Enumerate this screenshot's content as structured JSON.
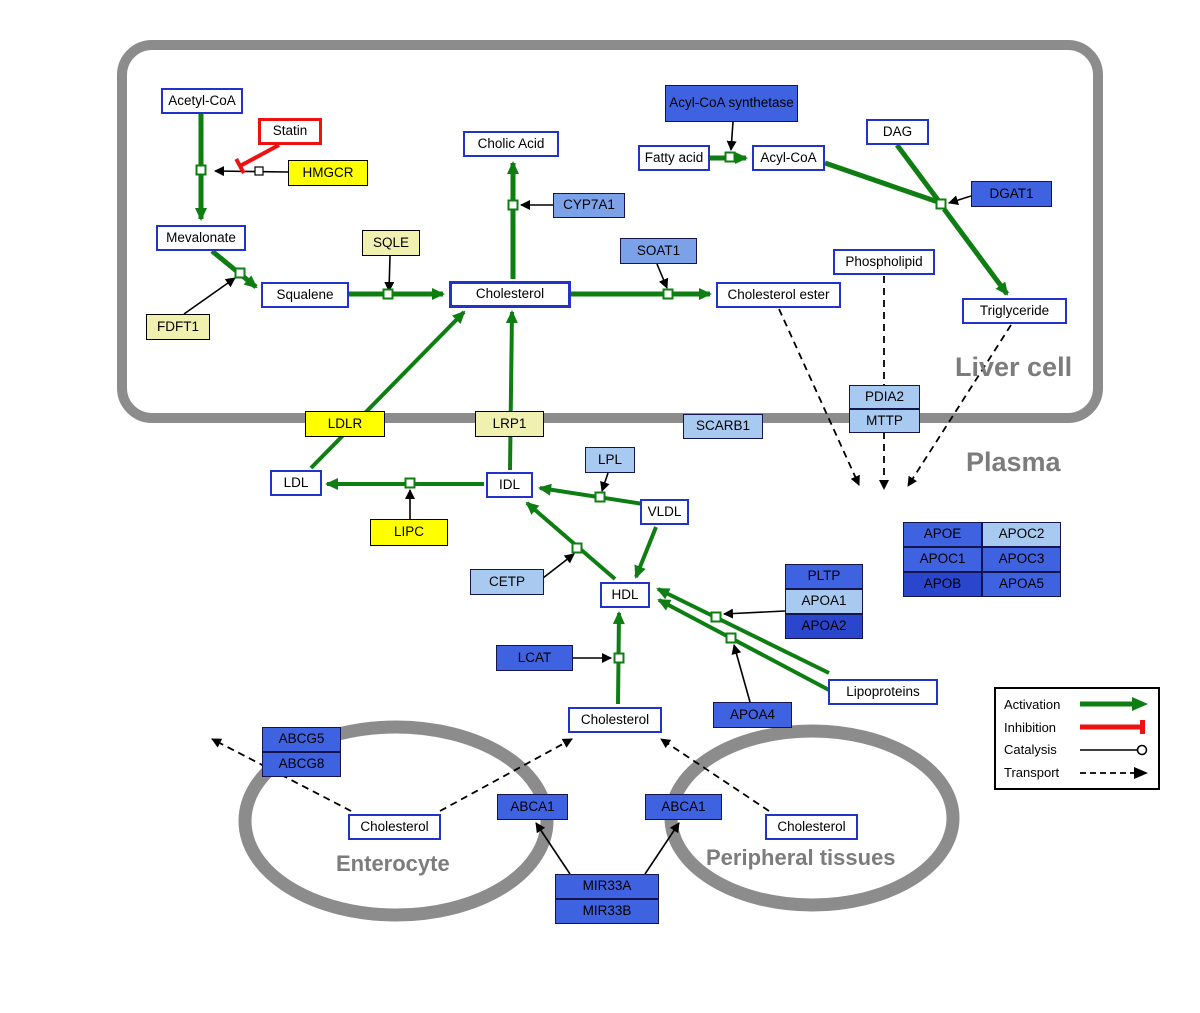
{
  "compartments": {
    "liver": "Liver cell",
    "plasma": "Plasma",
    "enterocyte": "Enterocyte",
    "peripheral": "Peripheral tissues"
  },
  "nodes": {
    "acetyl_coa": {
      "label": "Acetyl-CoA",
      "type": "metabolite"
    },
    "statin": {
      "label": "Statin",
      "type": "drug"
    },
    "hmgcr": {
      "label": "HMGCR",
      "type": "gene-yellow"
    },
    "mevalonate": {
      "label": "Mevalonate",
      "type": "metabolite"
    },
    "sqle": {
      "label": "SQLE",
      "type": "gene-pale-yellow"
    },
    "fdft1": {
      "label": "FDFT1",
      "type": "gene-pale-yellow"
    },
    "squalene": {
      "label": "Squalene",
      "type": "metabolite"
    },
    "cholesterol_liver": {
      "label": "Cholesterol",
      "type": "metabolite"
    },
    "cholic_acid": {
      "label": "Cholic Acid",
      "type": "metabolite"
    },
    "cyp7a1": {
      "label": "CYP7A1",
      "type": "gene-blue"
    },
    "soat1": {
      "label": "SOAT1",
      "type": "gene-blue"
    },
    "cholesterol_ester": {
      "label": "Cholesterol ester",
      "type": "metabolite"
    },
    "acyl_coa_synthetase": {
      "label": "Acyl-CoA synthetase",
      "type": "gene-blue"
    },
    "fatty_acid": {
      "label": "Fatty acid",
      "type": "metabolite"
    },
    "acyl_coa": {
      "label": "Acyl-CoA",
      "type": "metabolite"
    },
    "dag": {
      "label": "DAG",
      "type": "metabolite"
    },
    "dgat1": {
      "label": "DGAT1",
      "type": "gene-blue"
    },
    "phospholipid": {
      "label": "Phospholipid",
      "type": "metabolite"
    },
    "triglyceride": {
      "label": "Triglyceride",
      "type": "metabolite"
    },
    "pdia2": {
      "label": "PDIA2",
      "type": "gene-light-blue"
    },
    "mttp": {
      "label": "MTTP",
      "type": "gene-light-blue"
    },
    "ldlr": {
      "label": "LDLR",
      "type": "gene-yellow"
    },
    "lrp1": {
      "label": "LRP1",
      "type": "gene-pale-yellow"
    },
    "scarb1": {
      "label": "SCARB1",
      "type": "gene-light-blue"
    },
    "ldl": {
      "label": "LDL",
      "type": "metabolite"
    },
    "idl": {
      "label": "IDL",
      "type": "metabolite"
    },
    "lpl": {
      "label": "LPL",
      "type": "gene-light-blue"
    },
    "vldl": {
      "label": "VLDL",
      "type": "metabolite"
    },
    "lipc": {
      "label": "LIPC",
      "type": "gene-yellow"
    },
    "cetp": {
      "label": "CETP",
      "type": "gene-light-blue"
    },
    "hdl": {
      "label": "HDL",
      "type": "metabolite"
    },
    "lcat": {
      "label": "LCAT",
      "type": "gene-blue"
    },
    "pltp": {
      "label": "PLTP",
      "type": "gene-blue"
    },
    "apoa1": {
      "label": "APOA1",
      "type": "gene-light-blue"
    },
    "apoa2": {
      "label": "APOA2",
      "type": "gene-dark-blue"
    },
    "apoa4": {
      "label": "APOA4",
      "type": "gene-blue"
    },
    "lipoproteins": {
      "label": "Lipoproteins",
      "type": "metabolite"
    },
    "apoe": {
      "label": "APOE",
      "type": "gene-blue"
    },
    "apoc2": {
      "label": "APOC2",
      "type": "gene-light-blue"
    },
    "apoc1": {
      "label": "APOC1",
      "type": "gene-blue"
    },
    "apoc3": {
      "label": "APOC3",
      "type": "gene-blue"
    },
    "apob": {
      "label": "APOB",
      "type": "gene-dark-blue"
    },
    "apoa5": {
      "label": "APOA5",
      "type": "gene-blue"
    },
    "cholesterol_plasma": {
      "label": "Cholesterol",
      "type": "metabolite"
    },
    "abcg5": {
      "label": "ABCG5",
      "type": "gene-blue"
    },
    "abcg8": {
      "label": "ABCG8",
      "type": "gene-blue"
    },
    "cholesterol_enterocyte": {
      "label": "Cholesterol",
      "type": "metabolite"
    },
    "abca1_enterocyte": {
      "label": "ABCA1",
      "type": "gene-blue"
    },
    "abca1_peripheral": {
      "label": "ABCA1",
      "type": "gene-blue"
    },
    "cholesterol_peripheral": {
      "label": "Cholesterol",
      "type": "metabolite"
    },
    "mir33a": {
      "label": "MIR33A",
      "type": "gene-blue"
    },
    "mir33b": {
      "label": "MIR33B",
      "type": "gene-blue"
    }
  },
  "legend": {
    "activation": "Activation",
    "inhibition": "Inhibition",
    "catalysis": "Catalysis",
    "transport": "Transport"
  },
  "icons": {
    "activation": "green-arrow",
    "inhibition": "red-tbar",
    "catalysis": "line-open-circle",
    "transport": "dashed-arrow"
  },
  "colors": {
    "activation_green": "#0e7e12",
    "inhibition_red": "#ee1111",
    "metabolite_border": "#2233cc",
    "gene_blue": "#3f62e0",
    "gene_dark_blue": "#2a46cc",
    "gene_light_blue": "#a8c9f0",
    "gene_yellow": "#ffff00",
    "gene_pale_yellow": "#f0f0b0",
    "membrane_gray": "#8c8c8c"
  }
}
